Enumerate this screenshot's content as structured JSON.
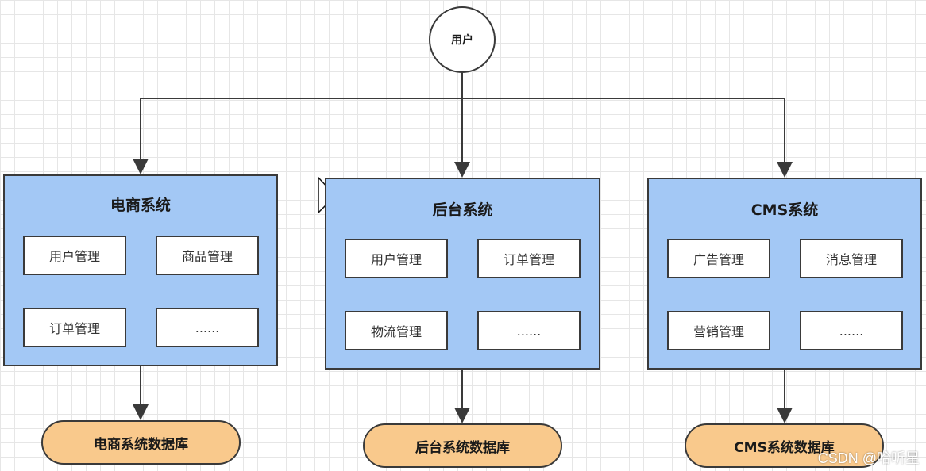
{
  "user": "用户",
  "systems": [
    {
      "title": "电商系统",
      "modules": [
        "用户管理",
        "商品管理",
        "订单管理",
        "......"
      ],
      "database": "电商系统数据库"
    },
    {
      "title": "后台系统",
      "modules": [
        "用户管理",
        "订单管理",
        "物流管理",
        "......"
      ],
      "database": "后台系统数据库"
    },
    {
      "title": "CMS系统",
      "modules": [
        "广告管理",
        "消息管理",
        "营销管理",
        "......"
      ],
      "database": "CMS系统数据库"
    }
  ],
  "watermark": "CSDN @哈听星",
  "colors": {
    "system_fill": "#a3c8f5",
    "database_fill": "#f9c98c",
    "stroke": "#3a3a3a"
  }
}
